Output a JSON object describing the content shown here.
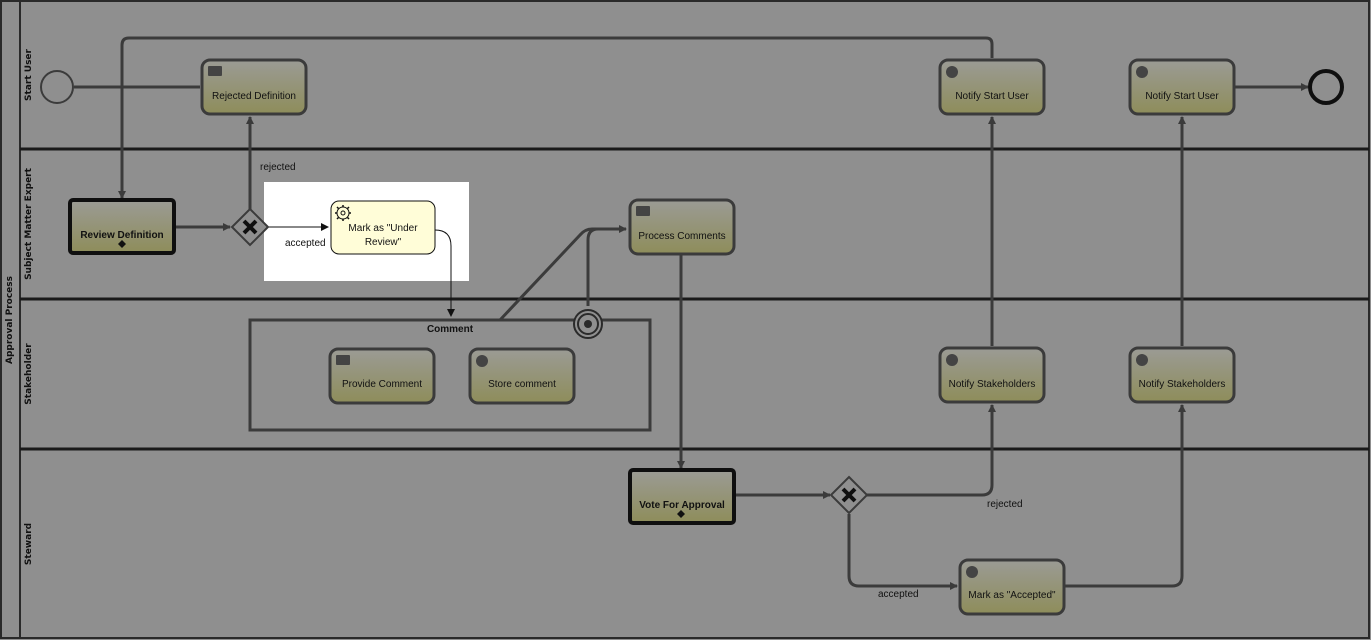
{
  "pool": {
    "label": "Approval Process"
  },
  "lanes": [
    {
      "id": "start-user",
      "label": "Start User"
    },
    {
      "id": "sme",
      "label": "Subject Matter Expert"
    },
    {
      "id": "stakeholder",
      "label": "Stakeholder"
    },
    {
      "id": "steward",
      "label": "Steward"
    }
  ],
  "tasks": {
    "rejected_definition": "Rejected Definition",
    "notify_start_user_1": "Notify Start User",
    "notify_start_user_2": "Notify Start User",
    "review_definition": "Review Definition",
    "mark_under_review_line1": "Mark as \"Under",
    "mark_under_review_line2": "Review\"",
    "process_comments": "Process Comments",
    "provide_comment": "Provide Comment",
    "store_comment": "Store comment",
    "notify_stakeholders_1": "Notify Stakeholders",
    "notify_stakeholders_2": "Notify Stakeholders",
    "vote_for_approval": "Vote For Approval",
    "mark_accepted": "Mark as \"Accepted\""
  },
  "subprocess": {
    "label": "Comment"
  },
  "edge_labels": {
    "rejected_1": "rejected",
    "accepted_1": "accepted",
    "rejected_2": "rejected",
    "accepted_2": "accepted"
  },
  "colors": {
    "background": "#8f8f8f",
    "task_fill_top": "#9a9a90",
    "task_fill_bottom": "#8d8c5a",
    "highlight_task_fill": "#fffdd8",
    "highlight_panel": "#ffffff",
    "line": "#3b3b3b",
    "dark_line": "#111111"
  }
}
